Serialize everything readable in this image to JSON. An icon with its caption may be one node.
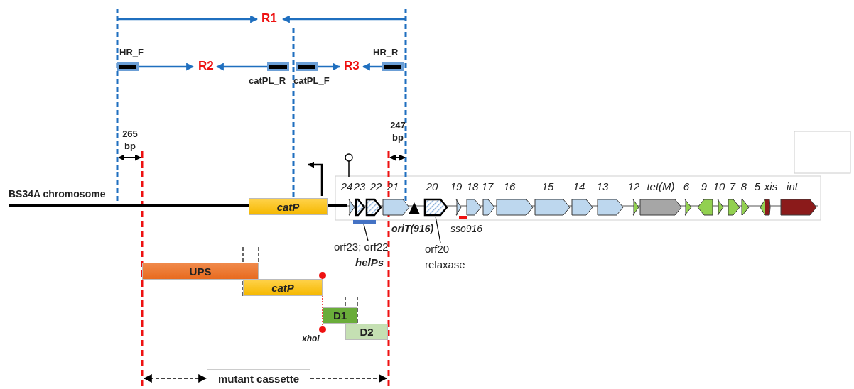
{
  "diagram": {
    "nodes": [
      {
        "text": [
          "HR_F"
        ]
      },
      {
        "text": [
          "catPL_R"
        ]
      },
      {
        "text": [
          "catPL_F"
        ]
      },
      {
        "text": [
          "HR_R"
        ]
      },
      {
        "text": [
          "catP"
        ]
      },
      {
        "text": [
          "24"
        ]
      },
      {
        "text": [
          "23"
        ]
      },
      {
        "text": [
          "22"
        ]
      },
      {
        "text": [
          "21"
        ]
      },
      {
        "text": [
          "20"
        ]
      },
      {
        "text": [
          "19"
        ]
      },
      {
        "text": [
          "18"
        ]
      },
      {
        "text": [
          "17"
        ]
      },
      {
        "text": [
          "16"
        ]
      },
      {
        "text": [
          "15"
        ]
      },
      {
        "text": [
          "14"
        ]
      },
      {
        "text": [
          "13"
        ]
      },
      {
        "text": [
          "12"
        ]
      },
      {
        "text": [
          "*tet*(M)"
        ]
      },
      {
        "text": [
          "6"
        ]
      },
      {
        "text": [
          "9"
        ]
      },
      {
        "text": [
          "10"
        ]
      },
      {
        "text": [
          "7"
        ]
      },
      {
        "text": [
          "8"
        ]
      },
      {
        "text": [
          "5",
          "xis"
        ]
      },
      {
        "text": [
          "int"
        ]
      },
      {
        "text": [],
        "shape": "bar"
      },
      {
        "text": [
          "orf23; orf22",
          "helPs"
        ]
      },
      {
        "text": [
          "orf20",
          "relaxase"
        ]
      },
      {
        "text": [
          "UPS"
        ]
      },
      {
        "text": [
          "catP"
        ]
      },
      {
        "text": [
          "D1"
        ]
      },
      {
        "text": [
          "D2"
        ]
      },
      {
        "text": [
          "BS34A chromosome"
        ]
      }
    ],
    "edges": [
      {
        "from": 27,
        "to": 26,
        "arrow": "none"
      },
      {
        "from": 28,
        "to": 9,
        "arrow": "none"
      }
    ],
    "labels": [
      "R1",
      "R2",
      "R3",
      "265 bp",
      "247 bp",
      "oriT(916)",
      "sso916",
      "xhoI",
      "mutant cassette"
    ]
  }
}
